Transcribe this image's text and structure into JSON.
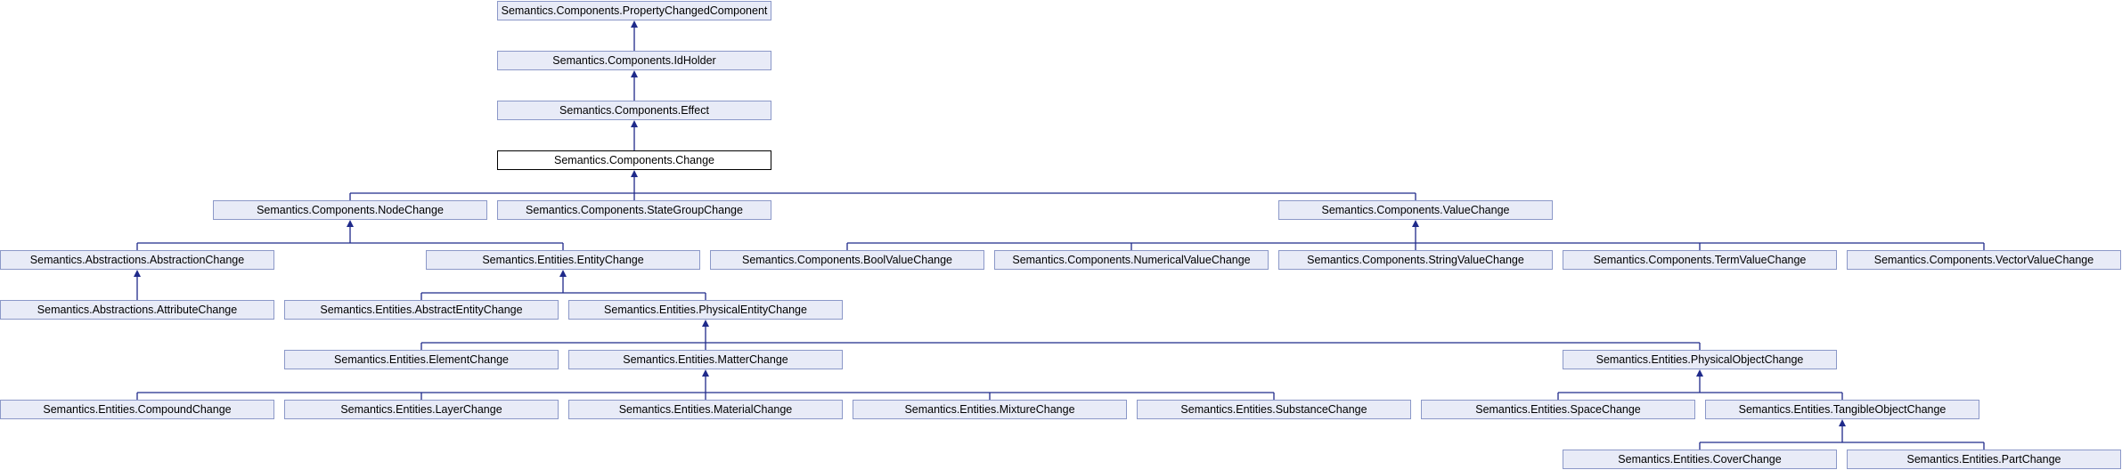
{
  "colors": {
    "edge": "#1f2a8a",
    "node_fill": "#e8ebf7",
    "node_border": "#8b98c8",
    "current_border": "#000000"
  },
  "nodes": [
    {
      "id": "property_changed_component",
      "label": "Semantics.Components.PropertyChangedComponent"
    },
    {
      "id": "id_holder",
      "label": "Semantics.Components.IdHolder"
    },
    {
      "id": "effect",
      "label": "Semantics.Components.Effect"
    },
    {
      "id": "change",
      "label": "Semantics.Components.Change",
      "current": true
    },
    {
      "id": "node_change",
      "label": "Semantics.Components.NodeChange"
    },
    {
      "id": "state_group_change",
      "label": "Semantics.Components.StateGroupChange"
    },
    {
      "id": "value_change",
      "label": "Semantics.Components.ValueChange"
    },
    {
      "id": "abstraction_change",
      "label": "Semantics.Abstractions.AbstractionChange"
    },
    {
      "id": "entity_change",
      "label": "Semantics.Entities.EntityChange"
    },
    {
      "id": "bool_value_change",
      "label": "Semantics.Components.BoolValueChange"
    },
    {
      "id": "numerical_value_change",
      "label": "Semantics.Components.NumericalValueChange"
    },
    {
      "id": "string_value_change",
      "label": "Semantics.Components.StringValueChange"
    },
    {
      "id": "term_value_change",
      "label": "Semantics.Components.TermValueChange"
    },
    {
      "id": "vector_value_change",
      "label": "Semantics.Components.VectorValueChange"
    },
    {
      "id": "attribute_change",
      "label": "Semantics.Abstractions.AttributeChange"
    },
    {
      "id": "abstract_entity_change",
      "label": "Semantics.Entities.AbstractEntityChange"
    },
    {
      "id": "physical_entity_change",
      "label": "Semantics.Entities.PhysicalEntityChange"
    },
    {
      "id": "element_change",
      "label": "Semantics.Entities.ElementChange"
    },
    {
      "id": "matter_change",
      "label": "Semantics.Entities.MatterChange"
    },
    {
      "id": "physical_object_change",
      "label": "Semantics.Entities.PhysicalObjectChange"
    },
    {
      "id": "compound_change",
      "label": "Semantics.Entities.CompoundChange"
    },
    {
      "id": "layer_change",
      "label": "Semantics.Entities.LayerChange"
    },
    {
      "id": "material_change",
      "label": "Semantics.Entities.MaterialChange"
    },
    {
      "id": "mixture_change",
      "label": "Semantics.Entities.MixtureChange"
    },
    {
      "id": "substance_change",
      "label": "Semantics.Entities.SubstanceChange"
    },
    {
      "id": "space_change",
      "label": "Semantics.Entities.SpaceChange"
    },
    {
      "id": "tangible_object_change",
      "label": "Semantics.Entities.TangibleObjectChange"
    },
    {
      "id": "cover_change",
      "label": "Semantics.Entities.CoverChange"
    },
    {
      "id": "part_change",
      "label": "Semantics.Entities.PartChange"
    }
  ],
  "edges": [
    {
      "from": "id_holder",
      "to": "property_changed_component"
    },
    {
      "from": "effect",
      "to": "id_holder"
    },
    {
      "from": "change",
      "to": "effect"
    },
    {
      "from": "node_change",
      "to": "change"
    },
    {
      "from": "state_group_change",
      "to": "change"
    },
    {
      "from": "value_change",
      "to": "change"
    },
    {
      "from": "abstraction_change",
      "to": "node_change"
    },
    {
      "from": "entity_change",
      "to": "node_change"
    },
    {
      "from": "bool_value_change",
      "to": "value_change"
    },
    {
      "from": "numerical_value_change",
      "to": "value_change"
    },
    {
      "from": "string_value_change",
      "to": "value_change"
    },
    {
      "from": "term_value_change",
      "to": "value_change"
    },
    {
      "from": "vector_value_change",
      "to": "value_change"
    },
    {
      "from": "attribute_change",
      "to": "abstraction_change"
    },
    {
      "from": "abstract_entity_change",
      "to": "entity_change"
    },
    {
      "from": "physical_entity_change",
      "to": "entity_change"
    },
    {
      "from": "element_change",
      "to": "physical_entity_change"
    },
    {
      "from": "matter_change",
      "to": "physical_entity_change"
    },
    {
      "from": "physical_object_change",
      "to": "physical_entity_change"
    },
    {
      "from": "compound_change",
      "to": "matter_change"
    },
    {
      "from": "layer_change",
      "to": "matter_change"
    },
    {
      "from": "material_change",
      "to": "matter_change"
    },
    {
      "from": "mixture_change",
      "to": "matter_change"
    },
    {
      "from": "substance_change",
      "to": "matter_change"
    },
    {
      "from": "space_change",
      "to": "physical_object_change"
    },
    {
      "from": "tangible_object_change",
      "to": "physical_object_change"
    },
    {
      "from": "cover_change",
      "to": "tangible_object_change"
    },
    {
      "from": "part_change",
      "to": "tangible_object_change"
    }
  ]
}
